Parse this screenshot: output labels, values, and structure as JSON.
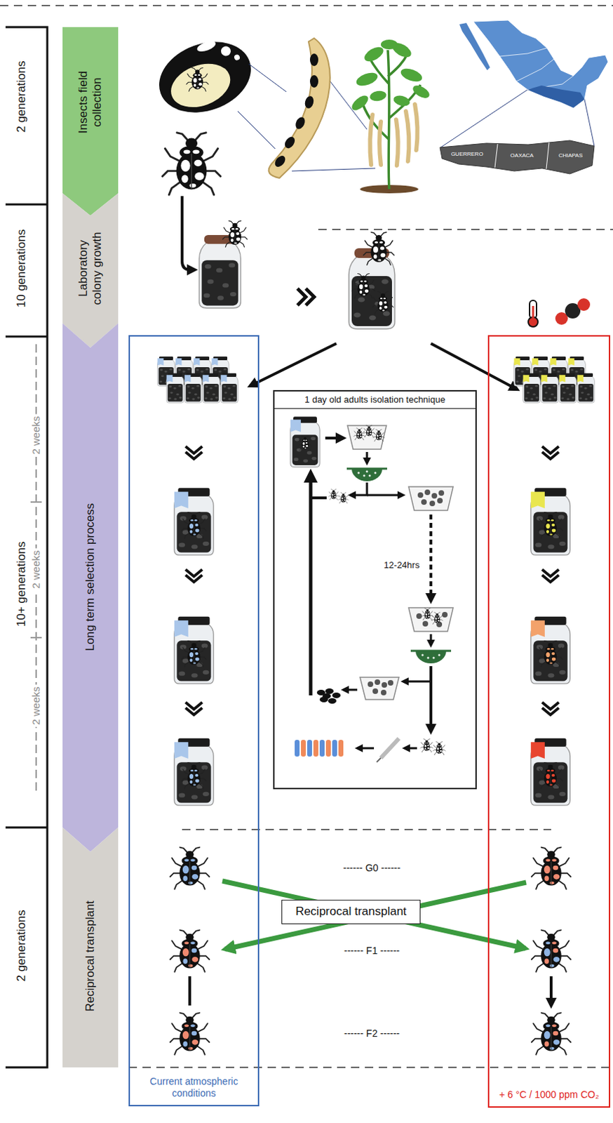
{
  "diagram": {
    "nodes": [
      {
        "text": [
          "Insects field collection"
        ]
      },
      {
        "text": [
          "Laboratory colony growth"
        ]
      },
      {
        "text": [
          "Long term selection process"
        ]
      },
      {
        "text": [
          "Reciprocal transplant"
        ]
      },
      {
        "text": [
          "Current atmospheric conditions"
        ]
      },
      {
        "text": [
          "1 day old adults isolation technique"
        ]
      },
      {
        "text": [
          "+ 6 °C / 1000 ppm CO₂"
        ]
      },
      {
        "text": [
          "Reciprocal transplant"
        ]
      }
    ],
    "labels": [
      "2 generations",
      "10 generations",
      "10+ generations",
      "2 generations",
      "2 weeks",
      "2 weeks",
      "2 weeks",
      "GUERRERO",
      "OAXACA",
      "CHIAPAS",
      "12-24hrs",
      "------ G0 ------",
      "------ F1 ------",
      "------ F2 ------"
    ]
  }
}
